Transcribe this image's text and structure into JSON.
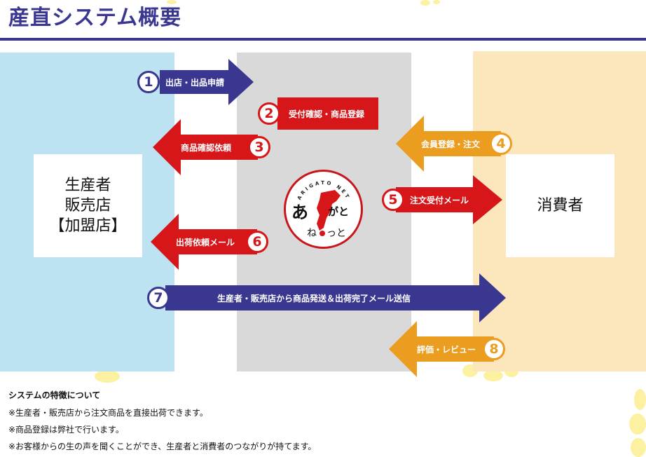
{
  "title": "産直システム概要",
  "colors": {
    "navy": "#3a3790",
    "red": "#d7161a",
    "orange": "#eb9d20",
    "producer_bg": "#bde3f2",
    "platform_bg": "#d9d9d9",
    "consumer_bg": "#fce6bb"
  },
  "producer": {
    "lines": [
      "生産者",
      "販売店",
      "【加盟店】"
    ]
  },
  "consumer": {
    "label": "消費者"
  },
  "logo": {
    "arc_text": "ARIGATO NET",
    "main_text": "ありがと",
    "sub_text": "ね。っと"
  },
  "steps": [
    {
      "number": "1",
      "label": "出店・出品申請",
      "direction": "right",
      "color": "navy"
    },
    {
      "number": "2",
      "label": "受付確認・商品登録",
      "direction": "none",
      "color": "red"
    },
    {
      "number": "3",
      "label": "商品確認依頼",
      "direction": "left",
      "color": "red"
    },
    {
      "number": "4",
      "label": "会員登録・注文",
      "direction": "left",
      "color": "orange"
    },
    {
      "number": "5",
      "label": "注文受付メール",
      "direction": "right",
      "color": "red"
    },
    {
      "number": "6",
      "label": "出荷依頼メール",
      "direction": "left",
      "color": "red"
    },
    {
      "number": "7",
      "label": "生産者・販売店から商品発送＆出荷完了メール送信",
      "direction": "right",
      "color": "navy"
    },
    {
      "number": "8",
      "label": "評価・レビュー",
      "direction": "left",
      "color": "orange"
    }
  ],
  "notes": {
    "heading": "システムの特徴について",
    "items": [
      "※生産者・販売店から注文商品を直接出荷できます。",
      "※商品登録は弊社で行います。",
      "※お客様からの生の声を聞くことができ、生産者と消費者のつながりが持てます。"
    ]
  }
}
